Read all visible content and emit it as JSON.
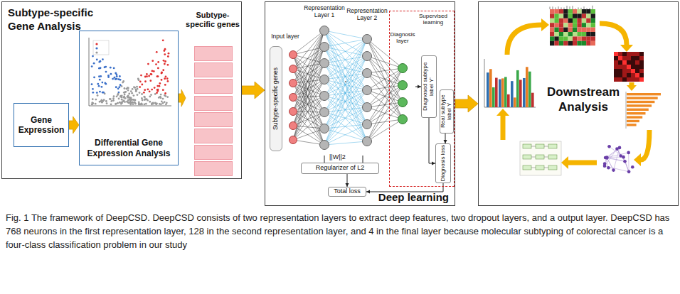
{
  "diagram": {
    "caption": "Fig. 1 The framework of DeepCSD. DeepCSD consists of two representation layers to extract deep features, two dropout layers, and a output layer. DeepCSD has 768 neurons in the first representation layer, 128 in the second representation layer, and 4 in the final layer because molecular subtyping of colorectal cancer is a four-class classification problem in our study",
    "nodes": [
      {
        "text": [
          "Subtype-specific Gene Analysis"
        ]
      },
      {
        "text": [
          "Gene Expression"
        ],
        "in": 0
      },
      {
        "text": [
          "Differential Gene Expression Analysis"
        ],
        "in": 0
      },
      {
        "text": [
          "Subtype-specific genes"
        ],
        "in": 0
      },
      {
        "text": [
          "Deep learning"
        ]
      },
      {
        "text": [
          "Input layer",
          "Subtype-specific genes"
        ],
        "in": 4
      },
      {
        "text": [
          "Representation Layer 1"
        ],
        "in": 4
      },
      {
        "text": [
          "Representation Layer 2"
        ],
        "in": 4
      },
      {
        "text": [
          "Supervised learning"
        ],
        "in": 4
      },
      {
        "text": [
          "Diagnosis layer"
        ],
        "in": 8
      },
      {
        "text": [
          "Diagnosed subtype label Y'"
        ],
        "in": 8
      },
      {
        "text": [
          "Real subtype label Y"
        ],
        "in": 8
      },
      {
        "text": [
          "Diagnosis loss"
        ],
        "in": 8
      },
      {
        "text": [
          "Regularizer of L2"
        ],
        "in": 4
      },
      {
        "text": [
          "Total loss"
        ],
        "in": 4
      },
      {
        "text": [
          "Downstream Analysis"
        ]
      }
    ],
    "edges": [
      {
        "from": 1,
        "to": 2,
        "arrow": "to"
      },
      {
        "from": 2,
        "to": 3,
        "arrow": "to"
      },
      {
        "from": 0,
        "to": 4,
        "arrow": "to"
      },
      {
        "from": 4,
        "to": 15,
        "arrow": "to"
      },
      {
        "from": 5,
        "to": 6,
        "arrow": "none"
      },
      {
        "from": 6,
        "to": 7,
        "arrow": "none"
      },
      {
        "from": 7,
        "to": 9,
        "arrow": "none"
      },
      {
        "from": 9,
        "to": 10,
        "arrow": "to"
      },
      {
        "from": 10,
        "to": 12,
        "arrow": "to"
      },
      {
        "from": 11,
        "to": 12,
        "arrow": "to"
      },
      {
        "from": 6,
        "to": 13,
        "arrow": "none"
      },
      {
        "from": 7,
        "to": 13,
        "arrow": "none"
      },
      {
        "from": 13,
        "to": 14,
        "arrow": "to"
      },
      {
        "from": 12,
        "to": 14,
        "arrow": "to"
      }
    ],
    "labels": [
      "||W||2"
    ]
  }
}
